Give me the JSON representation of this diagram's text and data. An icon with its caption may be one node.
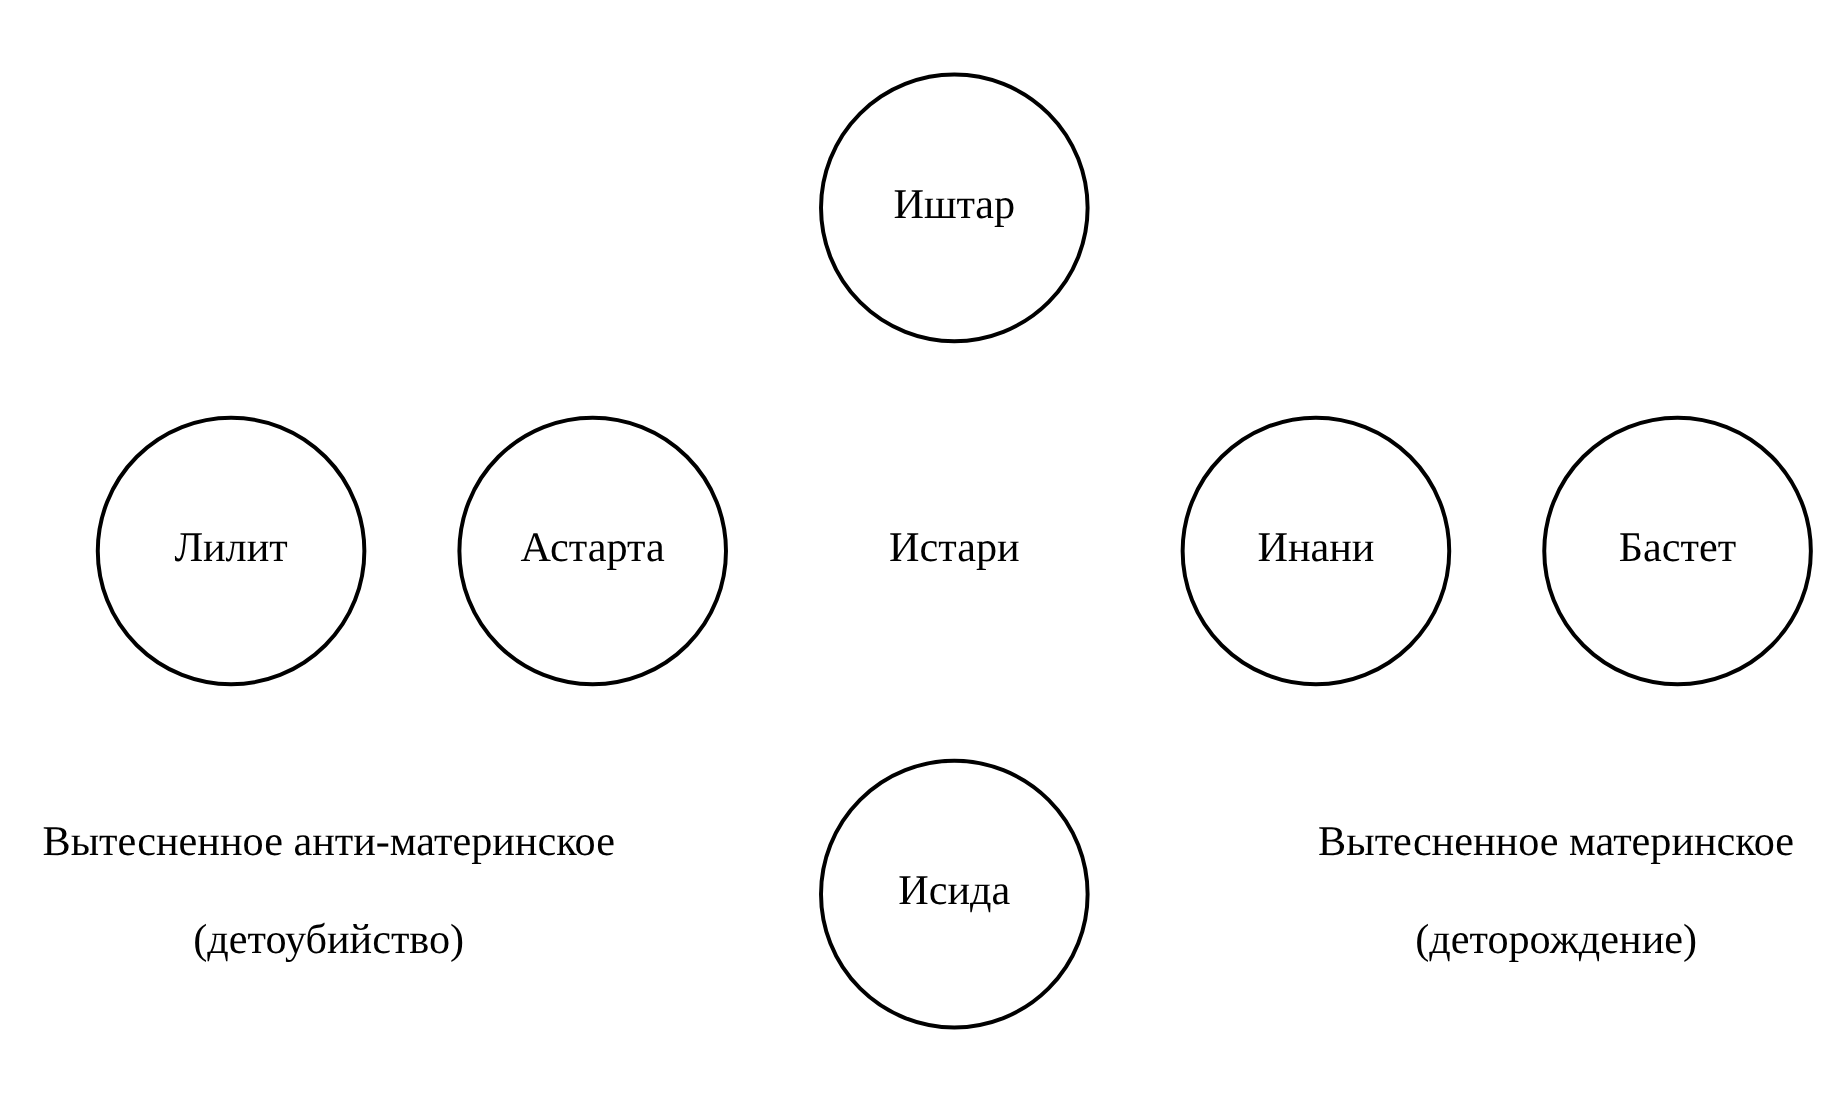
{
  "diagram": {
    "nodes": [
      {
        "text": [
          "Иштар"
        ]
      },
      {
        "text": [
          "Лилит"
        ],
        "beside": [
          "Вытесненное анти-материнское",
          "(детоубийство)"
        ]
      },
      {
        "text": [
          "Астарта"
        ]
      },
      {
        "text": [
          "Инани"
        ]
      },
      {
        "text": [
          "Бастет"
        ],
        "beside": [
          "Вытесненное материнское",
          "(деторождение)"
        ]
      },
      {
        "text": [
          "Исида"
        ]
      }
    ],
    "edges": [],
    "labels": [
      "Истари"
    ]
  }
}
